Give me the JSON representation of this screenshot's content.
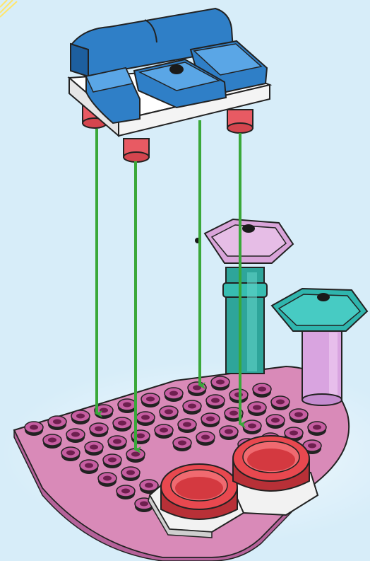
{
  "scene": {
    "kind": "building-instruction-step",
    "background_color": "#d7edf9",
    "glow_color": "#eef8ff",
    "burst_color": "#ffe66b",
    "arrow_color": "#3aa83a",
    "arrow_count": 4,
    "parts": {
      "seat": {
        "name": "blue-sofa-seat",
        "color": "#2f7fc7",
        "light": "#5aa6e6",
        "dark": "#1d5f9f"
      },
      "seat_plate": {
        "color": "#ffffff"
      },
      "seat_studs": {
        "color": "#e85a63"
      },
      "base_plate": {
        "name": "pink-base-plate",
        "color": "#d98ab8",
        "stud_color": "#c65ea1",
        "stud_hole": "#6e1f4f"
      },
      "pink_lamp": {
        "top_color": "#d9a4d9",
        "pole_color": "#2ea59a"
      },
      "teal_lamp": {
        "top_color": "#2fb5ad",
        "pole_color": "#d9a4e0"
      },
      "red_cups": {
        "count": 2,
        "color": "#e8484f",
        "dark": "#b83037"
      },
      "white_brackets": {
        "color": "#f2f2f2"
      }
    }
  }
}
